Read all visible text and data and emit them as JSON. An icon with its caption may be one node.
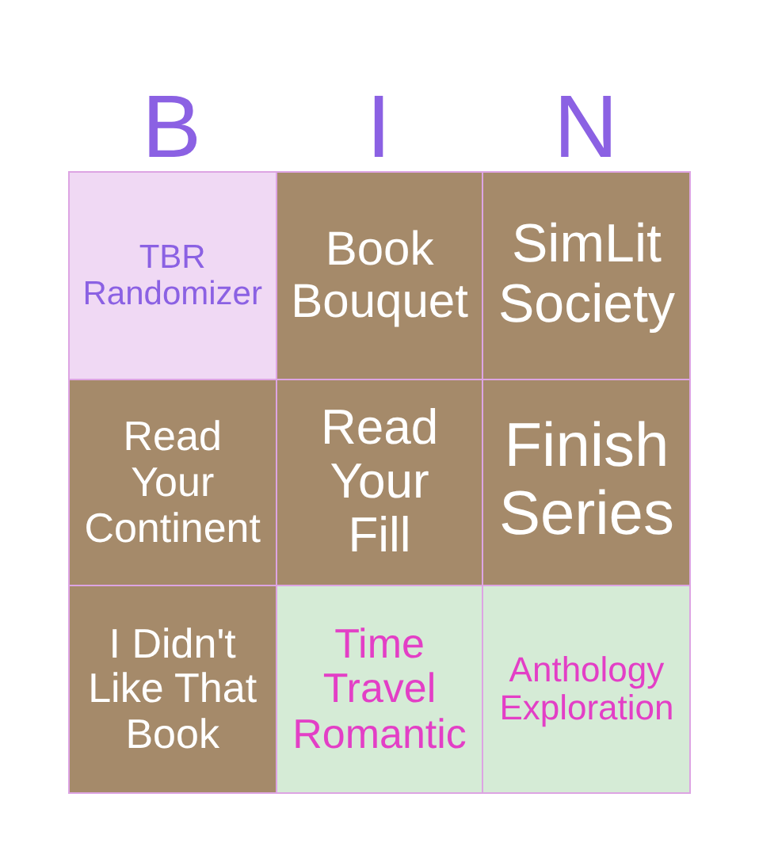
{
  "diagram": {
    "nodes": [
      {
        "text": [
          "TBR Randomizer"
        ]
      },
      {
        "text": [
          "Book Bouquet"
        ]
      },
      {
        "text": [
          "SimLit Society"
        ]
      },
      {
        "text": [
          "Read Your Continent"
        ]
      },
      {
        "text": [
          "Read Your Fill"
        ]
      },
      {
        "text": [
          "Finish Series"
        ]
      },
      {
        "text": [
          "I Didn't Like That Book"
        ]
      },
      {
        "text": [
          "Time Travel Romantic"
        ]
      },
      {
        "text": [
          "Anthology Exploration"
        ]
      }
    ],
    "labels": [
      "B",
      "I",
      "N"
    ]
  }
}
